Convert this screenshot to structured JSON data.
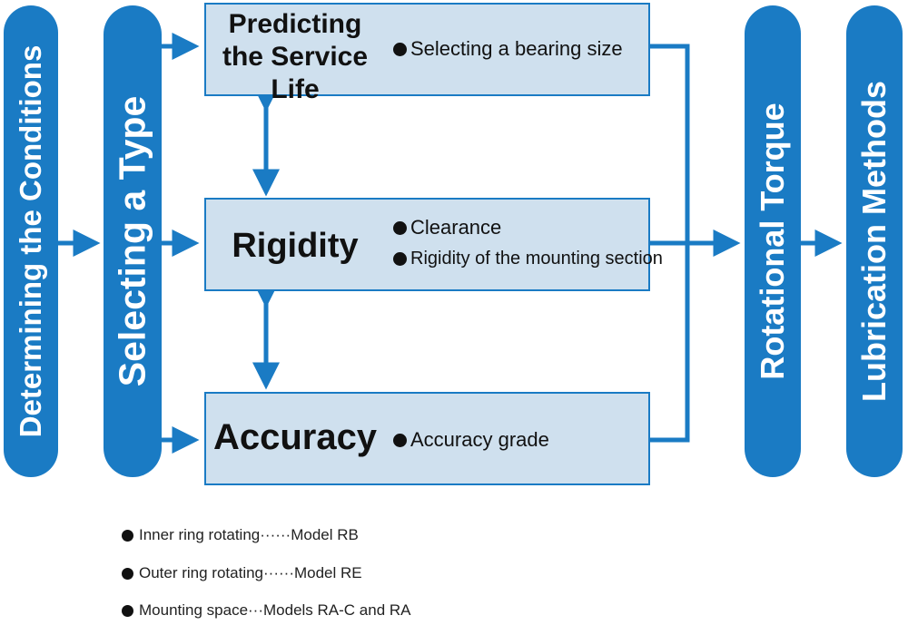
{
  "pills": {
    "determining": "Determining the Conditions",
    "selecting_type": "Selecting a Type",
    "rotational_torque": "Rotational Torque",
    "lubrication": "Lubrication Methods"
  },
  "boxes": {
    "service_life": {
      "title_line1": "Predicting",
      "title_line2": "the Service Life",
      "bullets": [
        "Selecting a bearing size"
      ]
    },
    "rigidity": {
      "title": "Rigidity",
      "bullets": [
        "Clearance",
        "Rigidity of the mounting section"
      ]
    },
    "accuracy": {
      "title": "Accuracy",
      "bullets": [
        "Accuracy grade"
      ]
    }
  },
  "notes": [
    "Inner ring rotating······Model RB",
    "Outer ring rotating······Model RE",
    "Mounting space···Models RA-C and RA"
  ],
  "colors": {
    "accent": "#1a7bc4",
    "box_fill": "#cfe0ee",
    "text": "#111111"
  }
}
